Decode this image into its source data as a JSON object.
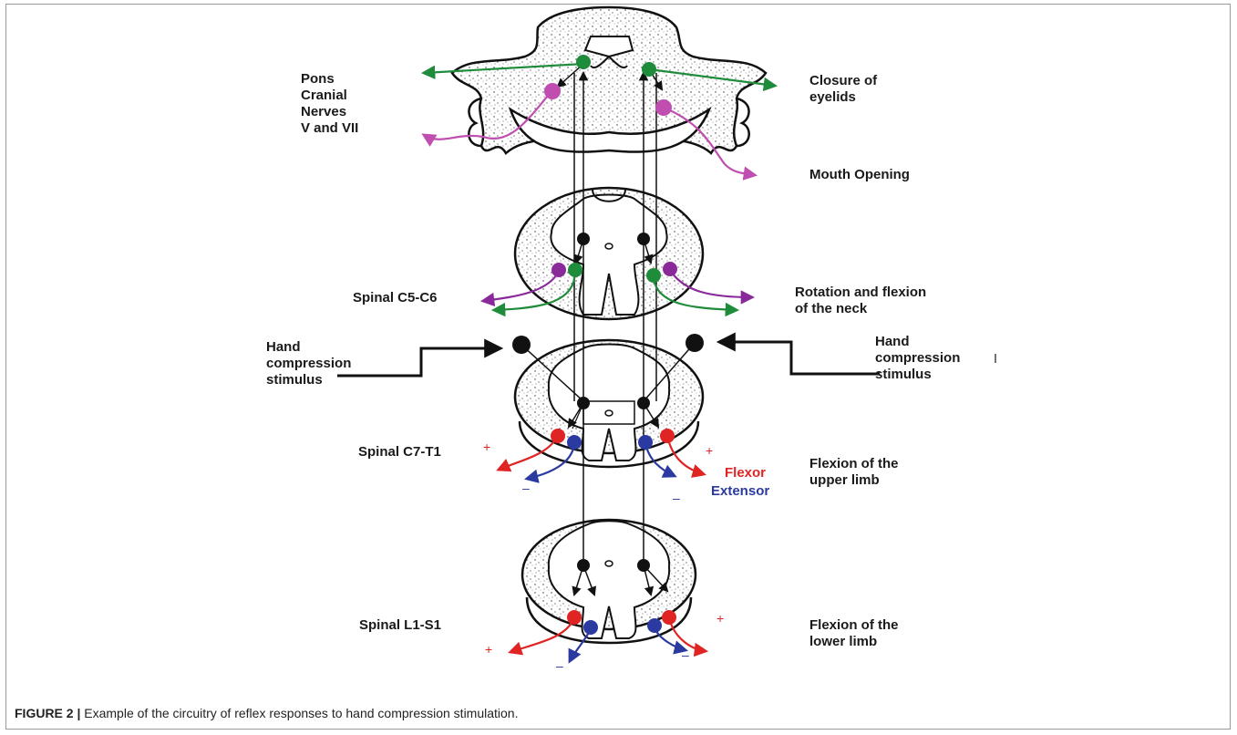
{
  "colors": {
    "green": "#1e8c3a",
    "magenta": "#c04db0",
    "purple": "#8a2a9a",
    "red": "#e02424",
    "blue": "#2a3aa0",
    "black": "#111111"
  },
  "labels": {
    "pons": "Pons Cranial Nerves V and VII",
    "pons_lines": [
      "Pons",
      "Cranial",
      "Nerves",
      "V and VII"
    ],
    "closure": [
      "Closure of",
      "eyelids"
    ],
    "mouth": "Mouth Opening",
    "spinal_c5c6": "Spinal C5-C6",
    "rotation": [
      "Rotation and flexion",
      "of the neck"
    ],
    "hand_left": [
      "Hand",
      "compression",
      "stimulus"
    ],
    "hand_right": [
      "Hand",
      "compression",
      "stimulus"
    ],
    "spinal_c7t1": "Spinal C7-T1",
    "flexion_upper": [
      "Flexion of the",
      "upper limb"
    ],
    "flexor": "Flexor",
    "extensor": "Extensor",
    "spinal_l1s1": "Spinal L1-S1",
    "flexion_lower": [
      "Flexion of the",
      "lower limb"
    ]
  },
  "signs": {
    "plus": "+",
    "minus": "–"
  },
  "caption": {
    "label": "FIGURE 2 |",
    "text": " Example of the circuitry of reflex responses to hand compression stimulation."
  }
}
